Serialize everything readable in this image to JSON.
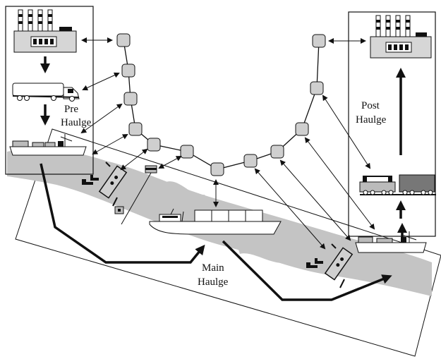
{
  "labels": {
    "pre_1": "Pre",
    "pre_2": "Haulge",
    "post_1": "Post",
    "post_2": "Haulge",
    "main_1": "Main",
    "main_2": "Haulge"
  },
  "colors": {
    "river": "#c4c4c4",
    "factory": "#d6d6d6",
    "node": "#cfcfcf",
    "ink": "#111111"
  },
  "icons": [
    "factory-icon",
    "truck-icon",
    "barge-icon",
    "ship-icon",
    "crane-icon",
    "train-icon",
    "node-icon"
  ]
}
